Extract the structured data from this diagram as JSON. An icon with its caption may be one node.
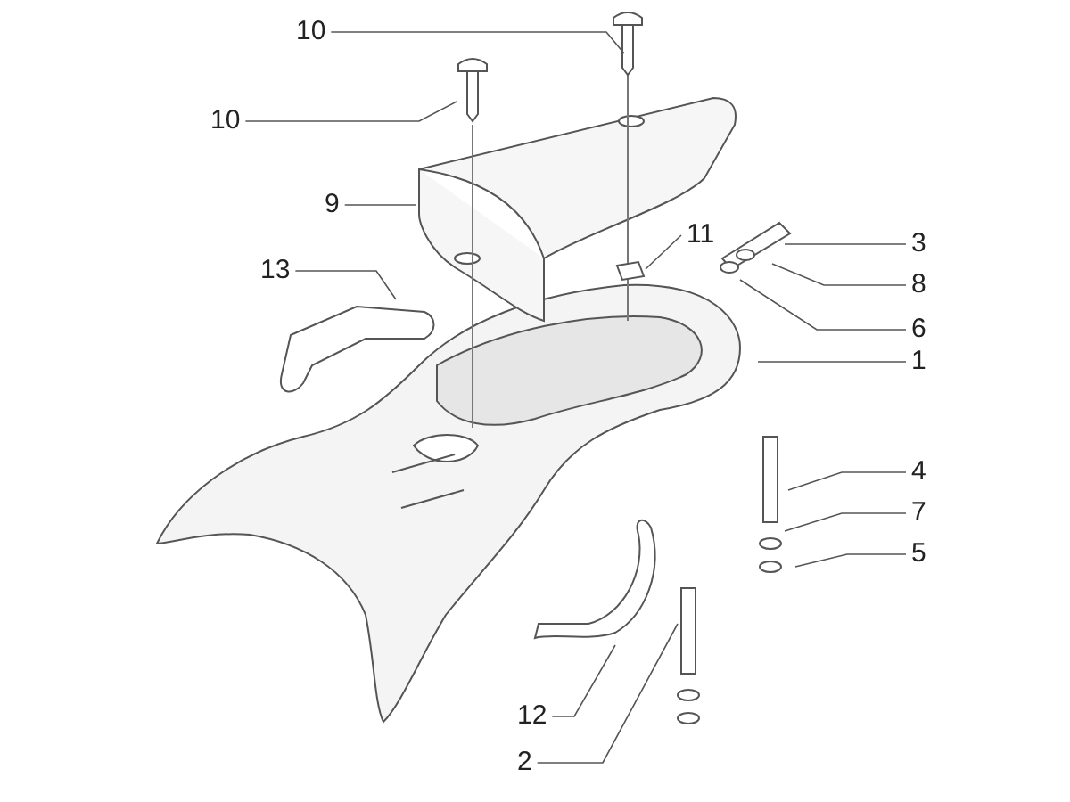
{
  "diagram": {
    "nodes": [
      {
        "text": [
          "10"
        ]
      },
      {
        "text": [
          "10"
        ]
      },
      {
        "text": [
          "9"
        ]
      },
      {
        "text": [
          "13"
        ]
      },
      {
        "text": [
          "11"
        ]
      },
      {
        "text": [
          "3"
        ]
      },
      {
        "text": [
          "8"
        ]
      },
      {
        "text": [
          "6"
        ]
      },
      {
        "text": [
          "1"
        ]
      },
      {
        "text": [
          "4"
        ]
      },
      {
        "text": [
          "7"
        ]
      },
      {
        "text": [
          "5"
        ]
      },
      {
        "text": [
          "12"
        ]
      },
      {
        "text": [
          "2"
        ]
      },
      {
        "text": [],
        "shape": "picture"
      }
    ],
    "edges": [
      {
        "from": 0,
        "to": null,
        "arrow": "none"
      },
      {
        "from": 1,
        "to": null,
        "arrow": "none"
      },
      {
        "from": 2,
        "to": null,
        "arrow": "none"
      },
      {
        "from": 3,
        "to": null,
        "arrow": "none"
      },
      {
        "from": 4,
        "to": 14,
        "arrow": "none"
      },
      {
        "from": 5,
        "to": null,
        "arrow": "none"
      },
      {
        "from": 6,
        "to": null,
        "arrow": "none"
      },
      {
        "from": 7,
        "to": null,
        "arrow": "none"
      },
      {
        "from": 8,
        "to": null,
        "arrow": "none"
      },
      {
        "from": 9,
        "to": null,
        "arrow": "none"
      },
      {
        "from": 10,
        "to": null,
        "arrow": "none"
      },
      {
        "from": 11,
        "to": null,
        "arrow": "none"
      },
      {
        "from": 12,
        "to": null,
        "arrow": "none"
      },
      {
        "from": 13,
        "to": null,
        "arrow": "none"
      }
    ]
  }
}
